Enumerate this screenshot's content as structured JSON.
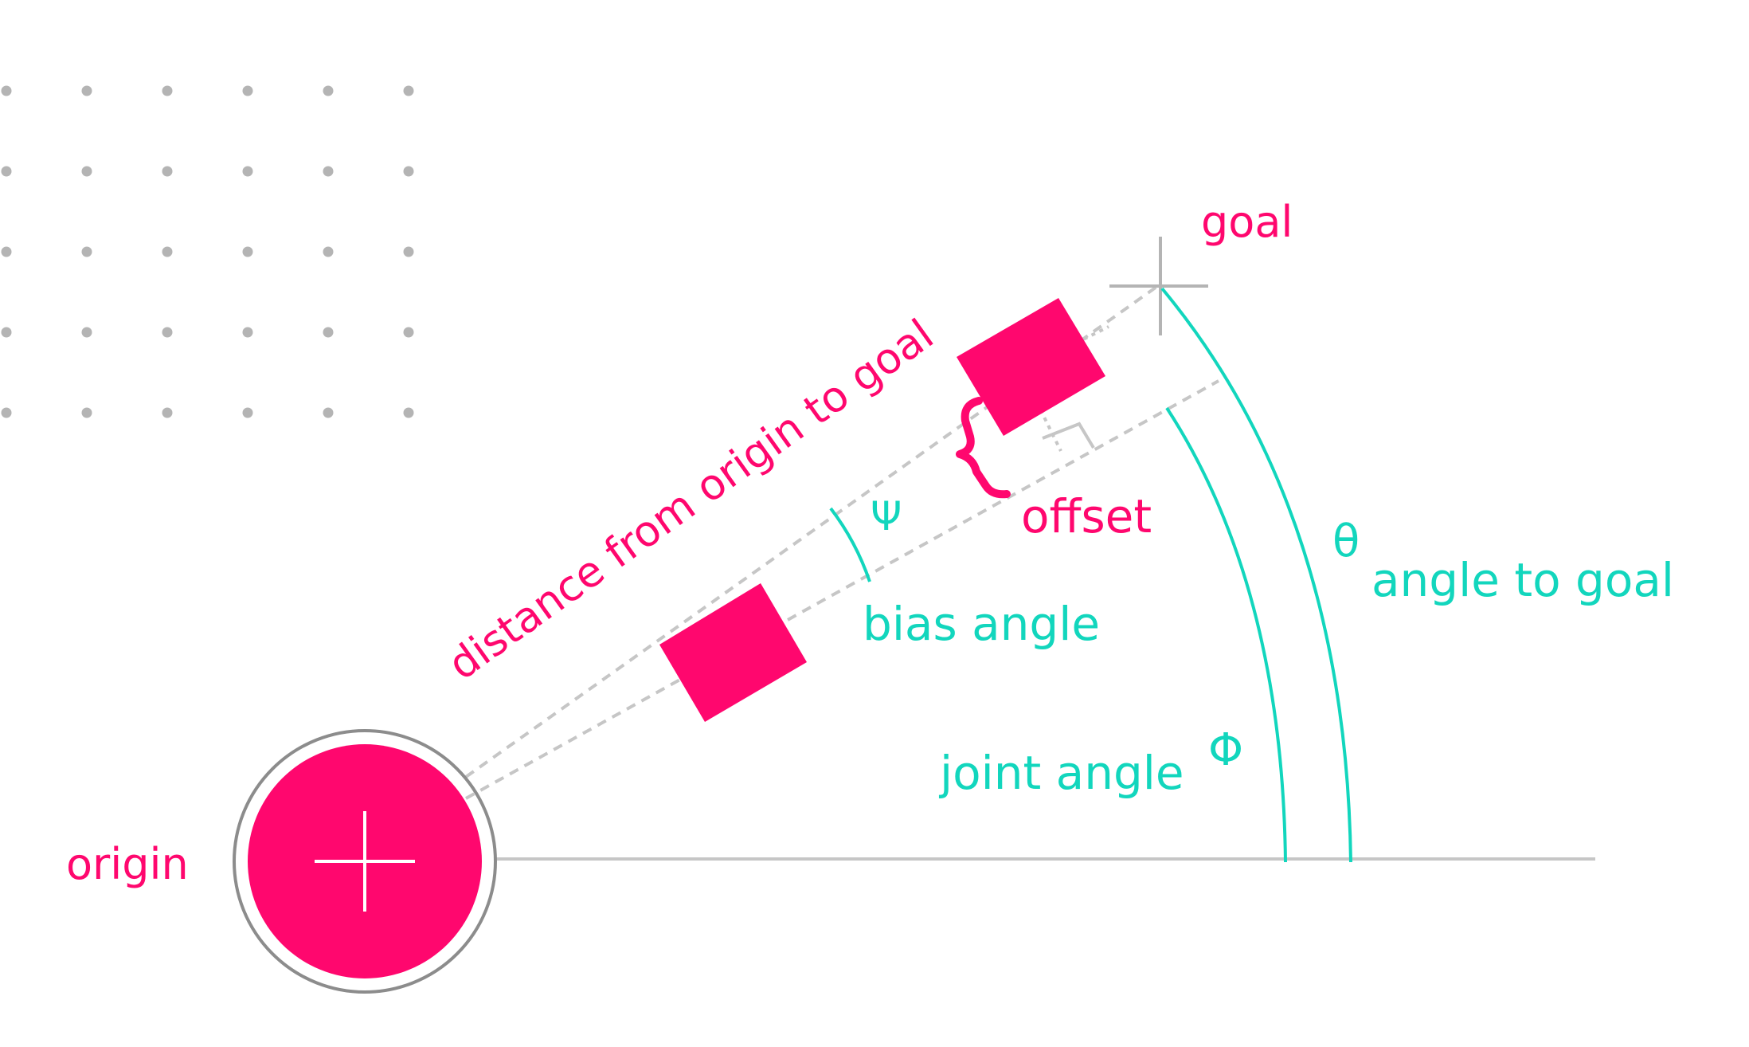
{
  "labels": {
    "origin": "origin",
    "goal": "goal",
    "distance": "distance from origin to goal",
    "offset": "offset",
    "psi_symbol": "Ψ",
    "bias_angle": "bias angle",
    "theta_symbol": "θ",
    "angle_to_goal": "angle to goal",
    "joint_angle": "joint angle",
    "phi_symbol": "Φ"
  },
  "colors": {
    "magenta": "#ff076e",
    "teal": "#12d6bd",
    "gray": "#c6c6c6",
    "dot": "#b4b4b4",
    "ring": "#8c8c8c"
  }
}
